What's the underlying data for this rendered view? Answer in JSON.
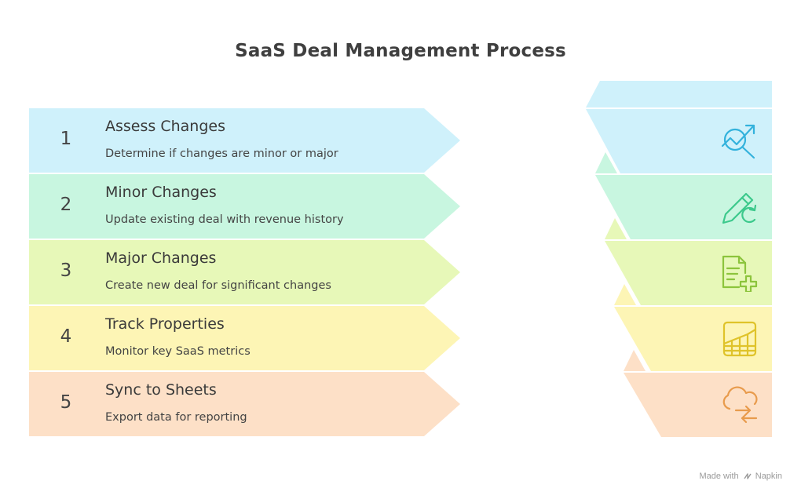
{
  "title": "SaaS Deal Management Process",
  "steps": [
    {
      "number": "1",
      "heading": "Assess Changes",
      "description": "Determine if changes are minor or major",
      "color": "#cff1fb",
      "accent": "#33b2dc",
      "icon": "analyze-icon"
    },
    {
      "number": "2",
      "heading": "Minor Changes",
      "description": "Update existing deal with revenue history",
      "color": "#c8f6e0",
      "accent": "#3cc98c",
      "icon": "edit-refresh-icon"
    },
    {
      "number": "3",
      "heading": "Major Changes",
      "description": "Create new deal for significant changes",
      "color": "#e7f8b8",
      "accent": "#8cc43c",
      "icon": "document-add-icon"
    },
    {
      "number": "4",
      "heading": "Track Properties",
      "description": "Monitor key SaaS metrics",
      "color": "#fdf5b5",
      "accent": "#dfc32a",
      "icon": "chart-table-icon"
    },
    {
      "number": "5",
      "heading": "Sync to Sheets",
      "description": "Export data for reporting",
      "color": "#fde0c7",
      "accent": "#e89b4c",
      "icon": "cloud-sync-icon"
    }
  ],
  "credit": {
    "prefix": "Made with",
    "brand": "Napkin"
  }
}
